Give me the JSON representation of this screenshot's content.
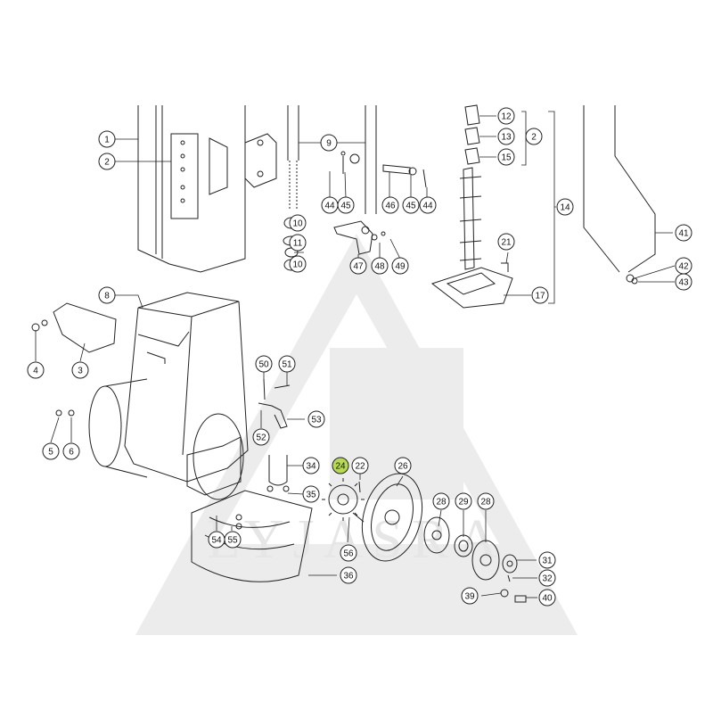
{
  "watermark": {
    "text": "LYJASRA"
  },
  "colors": {
    "line": "#222222",
    "watermark": "#e6e6e6",
    "highlight": "#b7d95a",
    "background": "#ffffff"
  },
  "callouts": [
    {
      "label": "1"
    },
    {
      "label": "2"
    },
    {
      "label": "9"
    },
    {
      "label": "12"
    },
    {
      "label": "13"
    },
    {
      "label": "15"
    },
    {
      "label": "2"
    },
    {
      "label": "14"
    },
    {
      "label": "41"
    },
    {
      "label": "44"
    },
    {
      "label": "45"
    },
    {
      "label": "46"
    },
    {
      "label": "45"
    },
    {
      "label": "44"
    },
    {
      "label": "10"
    },
    {
      "label": "11"
    },
    {
      "label": "10"
    },
    {
      "label": "47"
    },
    {
      "label": "48"
    },
    {
      "label": "49"
    },
    {
      "label": "21"
    },
    {
      "label": "17"
    },
    {
      "label": "42"
    },
    {
      "label": "43"
    },
    {
      "label": "8"
    },
    {
      "label": "4"
    },
    {
      "label": "3"
    },
    {
      "label": "50"
    },
    {
      "label": "51"
    },
    {
      "label": "53"
    },
    {
      "label": "52"
    },
    {
      "label": "5"
    },
    {
      "label": "6"
    },
    {
      "label": "34"
    },
    {
      "label": "35"
    },
    {
      "label": "24",
      "highlighted": true
    },
    {
      "label": "22"
    },
    {
      "label": "26"
    },
    {
      "label": "54"
    },
    {
      "label": "55"
    },
    {
      "label": "56"
    },
    {
      "label": "36"
    },
    {
      "label": "28"
    },
    {
      "label": "29"
    },
    {
      "label": "28"
    },
    {
      "label": "31"
    },
    {
      "label": "32"
    },
    {
      "label": "39"
    },
    {
      "label": "40"
    }
  ]
}
